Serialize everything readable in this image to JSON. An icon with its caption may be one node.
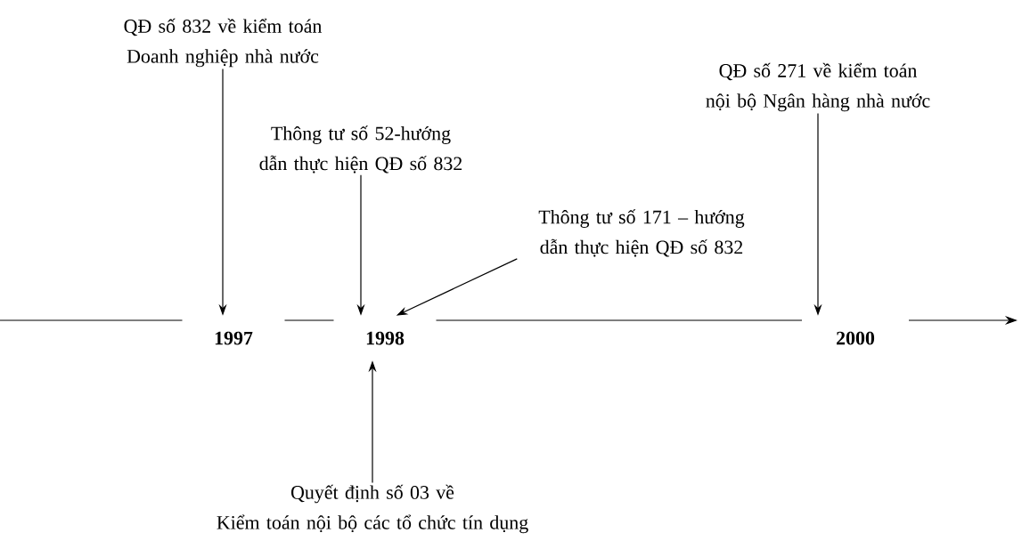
{
  "diagram": {
    "nodes": [
      {
        "text": [
          "QĐ số 832 về kiểm toán Doanh nghiệp nhà nước"
        ]
      },
      {
        "text": [
          "Thông tư số 52-hướng dẫn thực hiện QĐ số 832"
        ]
      },
      {
        "text": [
          "Thông tư số 171 – hướng dẫn thực hiện QĐ số 832"
        ]
      },
      {
        "text": [
          "QĐ số 271 về kiểm toán nội bộ Ngân hàng nhà nước"
        ]
      },
      {
        "text": [
          "Quyết định số 03 về",
          "Kiểm toán nội bộ các tổ chức tín dụng"
        ]
      },
      {
        "text": [
          "1997"
        ]
      },
      {
        "text": [
          "1998"
        ]
      },
      {
        "text": [
          "2000"
        ]
      }
    ],
    "edges": [
      {
        "from": 0,
        "to": 5,
        "arrow": "to"
      },
      {
        "from": 1,
        "to": 6,
        "arrow": "to"
      },
      {
        "from": 2,
        "to": 6,
        "arrow": "to"
      },
      {
        "from": 3,
        "to": 7,
        "arrow": "to"
      },
      {
        "from": 4,
        "to": 6,
        "arrow": "to"
      }
    ]
  }
}
